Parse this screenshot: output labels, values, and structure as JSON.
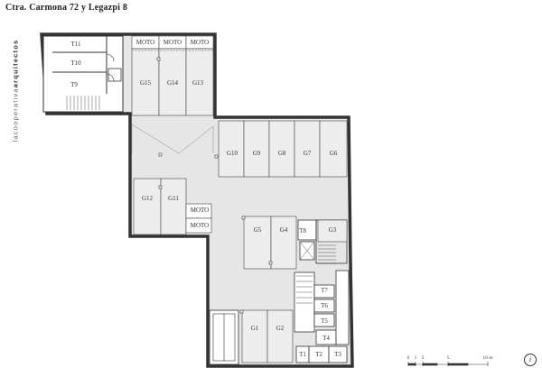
{
  "title": "Ctra. Carmona 72 y Legazpi 8",
  "brand": {
    "prefix": "lacooperativa",
    "suffix": "arquitectos"
  },
  "storage_rooms": [
    "T11",
    "T10",
    "T9",
    "T8",
    "T7",
    "T6",
    "T5",
    "T4",
    "T1",
    "T2",
    "T3"
  ],
  "moto_spaces": [
    "MOTO",
    "MOTO",
    "MOTO",
    "MOTO",
    "MOTO"
  ],
  "garage_spaces": [
    "G15",
    "G14",
    "G13",
    "G10",
    "G9",
    "G8",
    "G7",
    "G6",
    "G12",
    "G11",
    "G5",
    "G4",
    "G3",
    "G1",
    "G2"
  ],
  "scale_bar": {
    "labels": [
      "0",
      "1",
      "2",
      "5",
      "10 m"
    ]
  },
  "north_label": "i"
}
